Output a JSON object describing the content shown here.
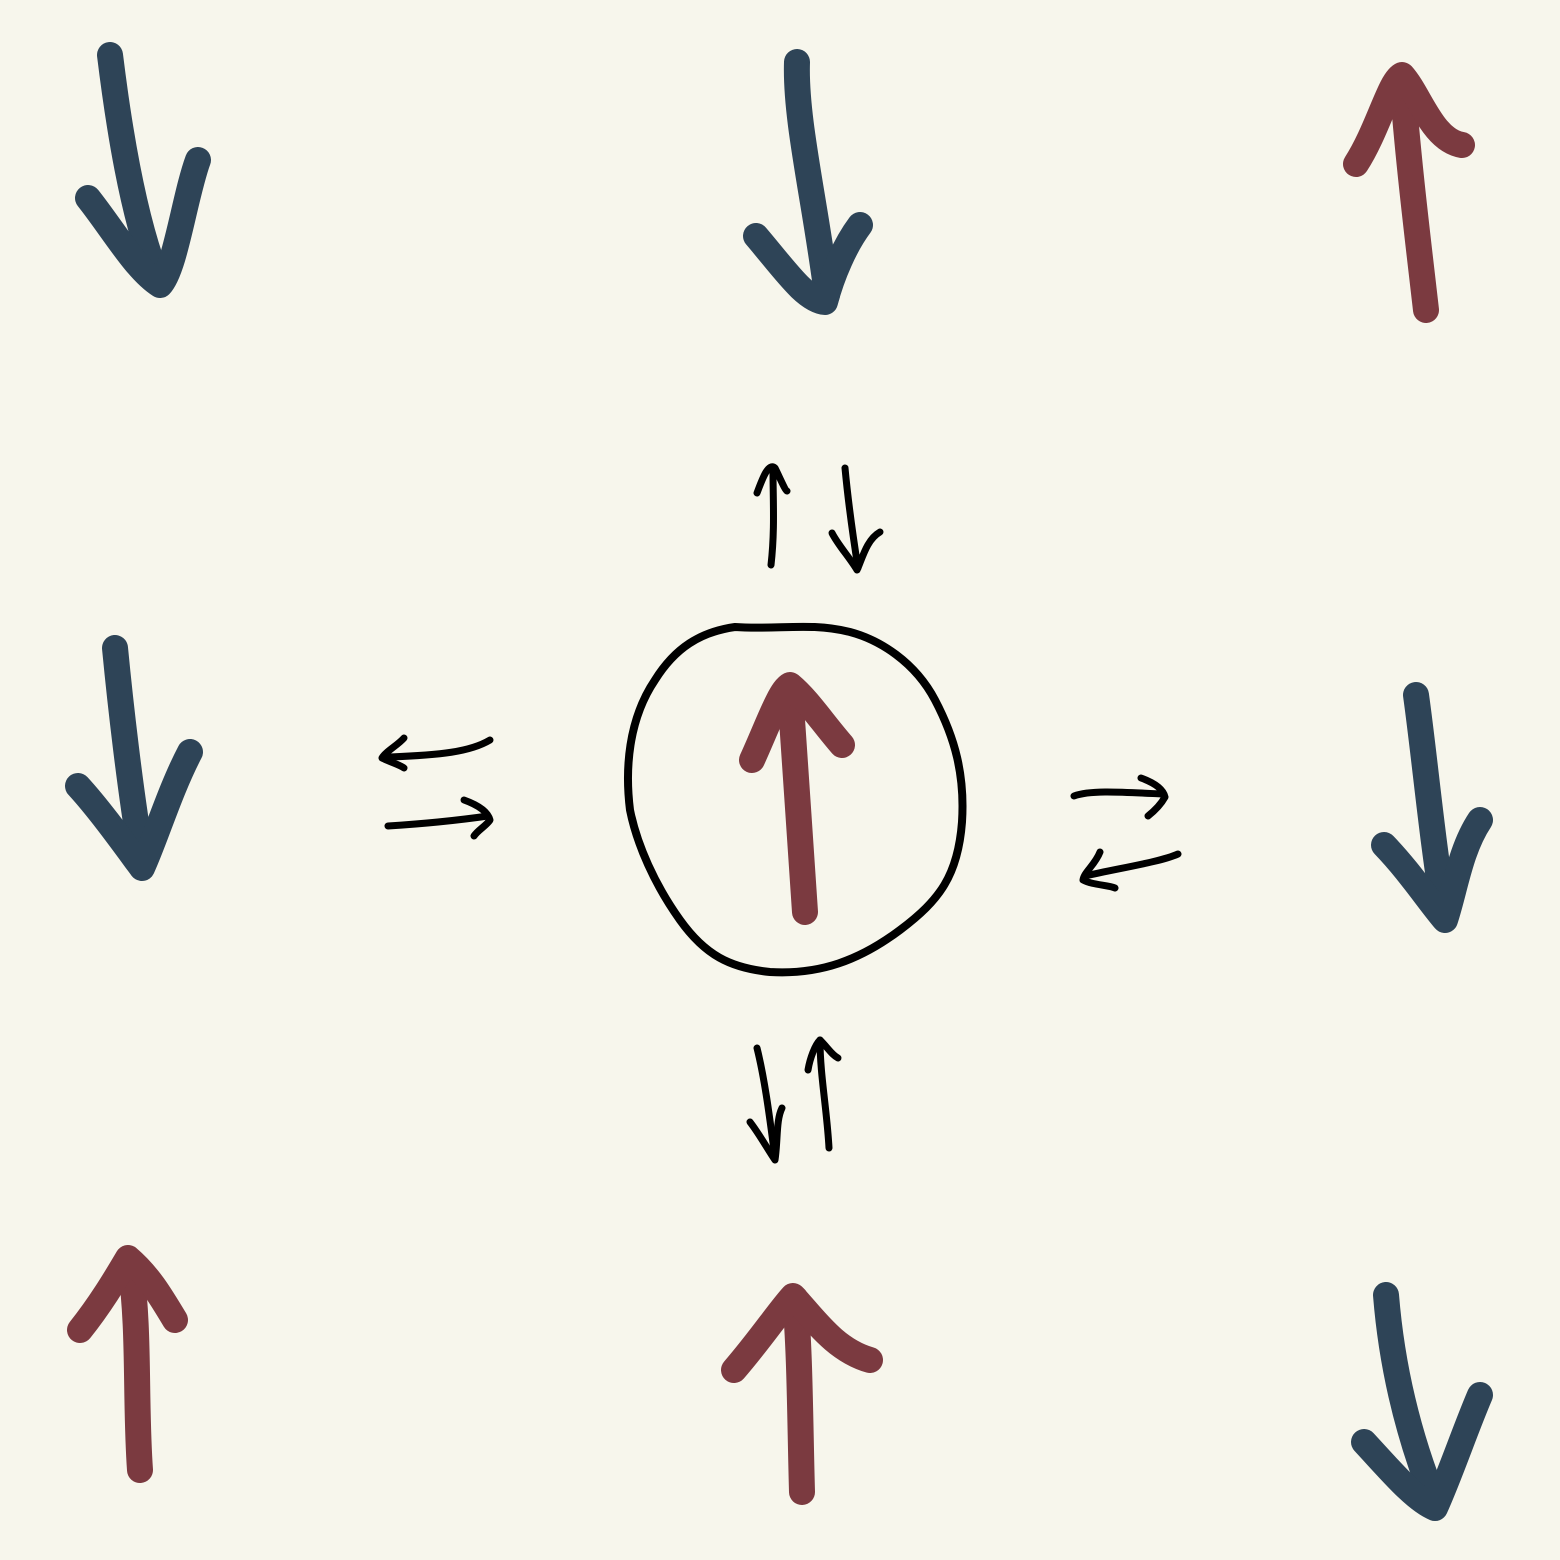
{
  "colors": {
    "background": "#f7f6ec",
    "spin_up": "#7b3a40",
    "spin_down": "#2e4457",
    "exchange": "#000000"
  },
  "diagram": {
    "description_shown": "none",
    "lattice": {
      "rows": 3,
      "cols": 3,
      "spins": [
        {
          "row": 0,
          "col": 0,
          "direction": "down"
        },
        {
          "row": 0,
          "col": 1,
          "direction": "down"
        },
        {
          "row": 0,
          "col": 2,
          "direction": "up"
        },
        {
          "row": 1,
          "col": 0,
          "direction": "down"
        },
        {
          "row": 1,
          "col": 1,
          "direction": "up",
          "highlighted": true
        },
        {
          "row": 1,
          "col": 2,
          "direction": "down"
        },
        {
          "row": 2,
          "col": 0,
          "direction": "up"
        },
        {
          "row": 2,
          "col": 1,
          "direction": "up"
        },
        {
          "row": 2,
          "col": 2,
          "direction": "down"
        }
      ]
    },
    "exchange_pairs": [
      {
        "side": "top",
        "symbol": "up-down"
      },
      {
        "side": "left",
        "symbol": "left-right"
      },
      {
        "side": "right",
        "symbol": "right-left"
      },
      {
        "side": "bottom",
        "symbol": "down-up"
      }
    ]
  }
}
